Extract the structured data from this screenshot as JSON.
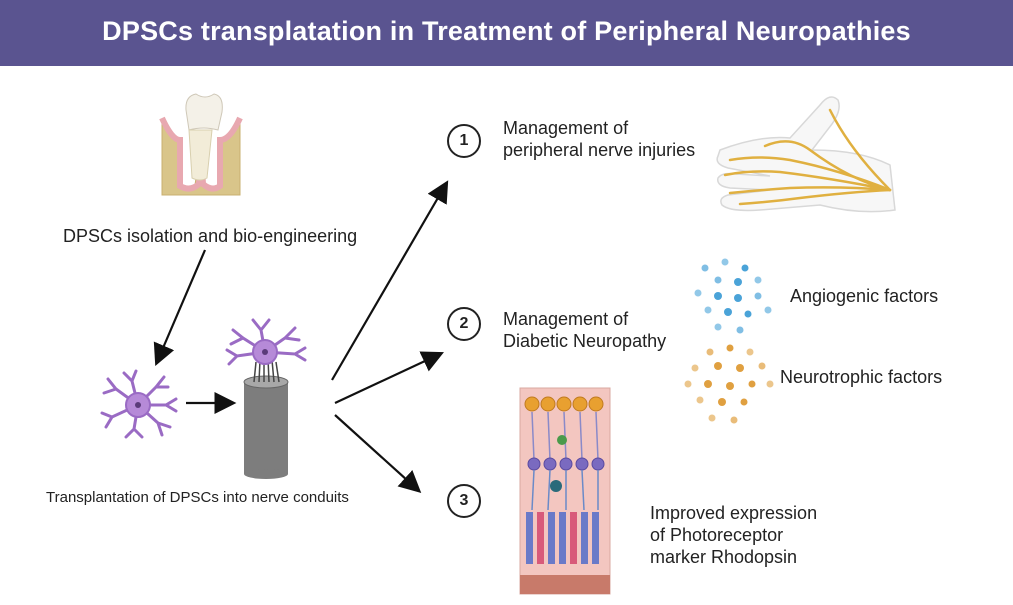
{
  "title": "DPSCs transplatation in Treatment of Peripheral Neuropathies",
  "left": {
    "isolation_label": "DPSCs isolation and bio-engineering",
    "transplant_label": "Transplantation of DPSCs into nerve conduits"
  },
  "outcomes": [
    {
      "number": "1",
      "line1": "Management of",
      "line2": "peripheral nerve injuries"
    },
    {
      "number": "2",
      "line1": "Management of",
      "line2": "Diabetic Neuropathy"
    },
    {
      "number": "3"
    }
  ],
  "factors": {
    "angiogenic": "Angiogenic factors",
    "neurotrophic": "Neurotrophic factors"
  },
  "photoreceptor": {
    "line1": "Improved expression",
    "line2": "of Photoreceptor",
    "line3": "marker Rhodopsin"
  },
  "colors": {
    "banner": "#5a5490",
    "neuron": "#9a6bc4",
    "conduit": "#7d7d7d",
    "nerve": "#e0b040",
    "angiogenic_dot": "#4aa3d8",
    "neurotrophic_dot": "#e0a040",
    "retina_bg": "#f3c6c0"
  },
  "icons": [
    "tooth-icon",
    "neuron-icon",
    "conduit-icon",
    "hand-icon",
    "retina-icon"
  ]
}
